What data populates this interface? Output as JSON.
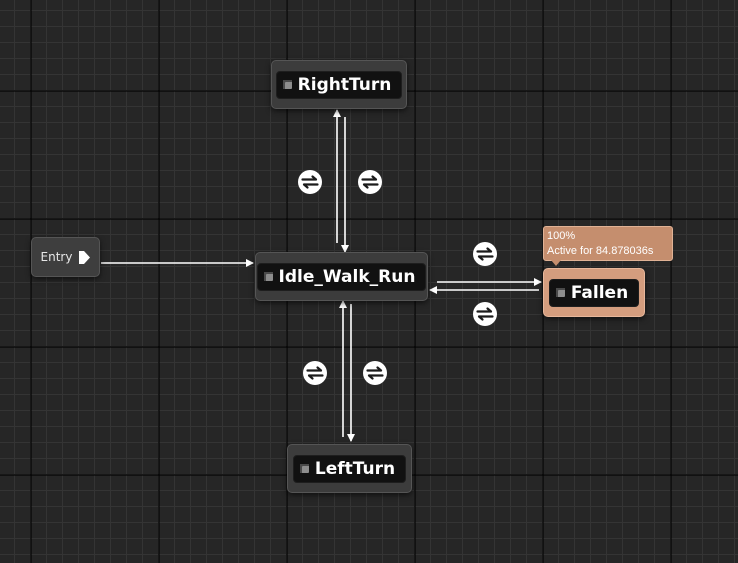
{
  "graph": {
    "entry": {
      "label": "Entry",
      "icon": "play-arrow-icon"
    },
    "states": {
      "right_turn": {
        "label": "RightTurn"
      },
      "idle_walk_run": {
        "label": "Idle_Walk_Run"
      },
      "left_turn": {
        "label": "LeftTurn"
      },
      "fallen": {
        "label": "Fallen",
        "active": true
      }
    },
    "fallen_status": {
      "weight": "100%",
      "active_for": "Active for 84.878036s"
    },
    "transition_icon": "transition-rule-icon",
    "colors": {
      "background": "#262626",
      "node": "#3c3c3c",
      "active_node": "#d49d7e",
      "tooltip": "#c58e6e",
      "wire": "#ffffff"
    }
  }
}
